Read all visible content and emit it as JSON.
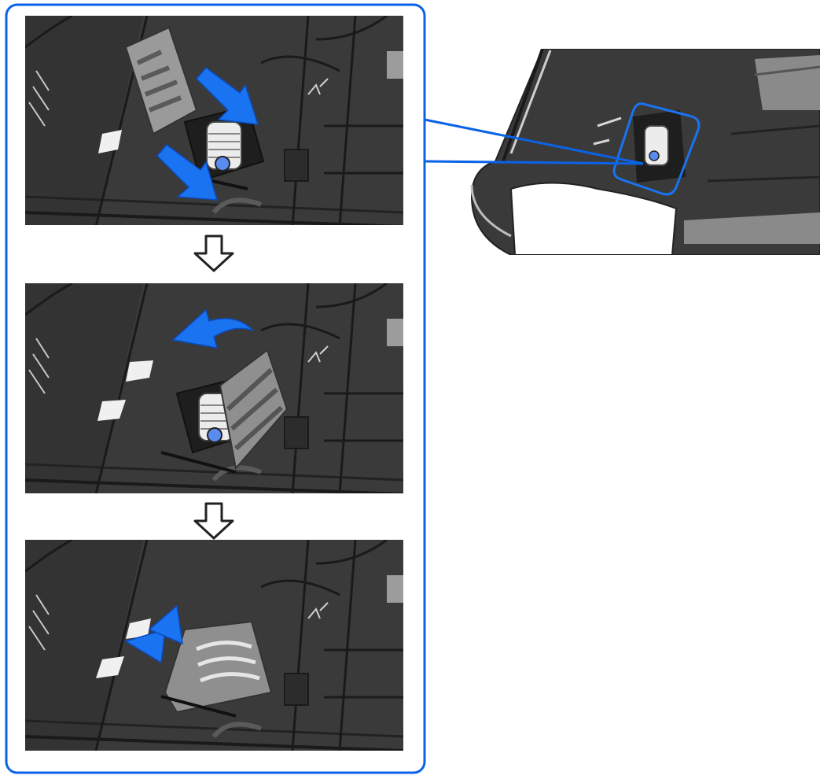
{
  "figure": {
    "steps": [
      {
        "id": "step-1",
        "action": "press-roller-cover-down",
        "arrow_count": 2
      },
      {
        "id": "step-2",
        "action": "close-roller-cover",
        "arrow_count": 1
      },
      {
        "id": "step-3",
        "action": "cover-clicks-into-place",
        "arrow_count": 2
      }
    ],
    "step_connector_icon": "hollow-down-arrow-icon",
    "callout": {
      "target": "pickup-roller-area"
    }
  },
  "colors": {
    "frame_border": "#0a63e6",
    "action_arrow": "#1a73f0",
    "roller_hub": "#5a8cf0",
    "scanner_dark": "#2e2e2e",
    "scanner_mid": "#3a3a3a",
    "scanner_line": "#1a1a1a",
    "cover_grey": "#8f8f8f",
    "roller_white": "#ececec",
    "background": "#ffffff"
  }
}
